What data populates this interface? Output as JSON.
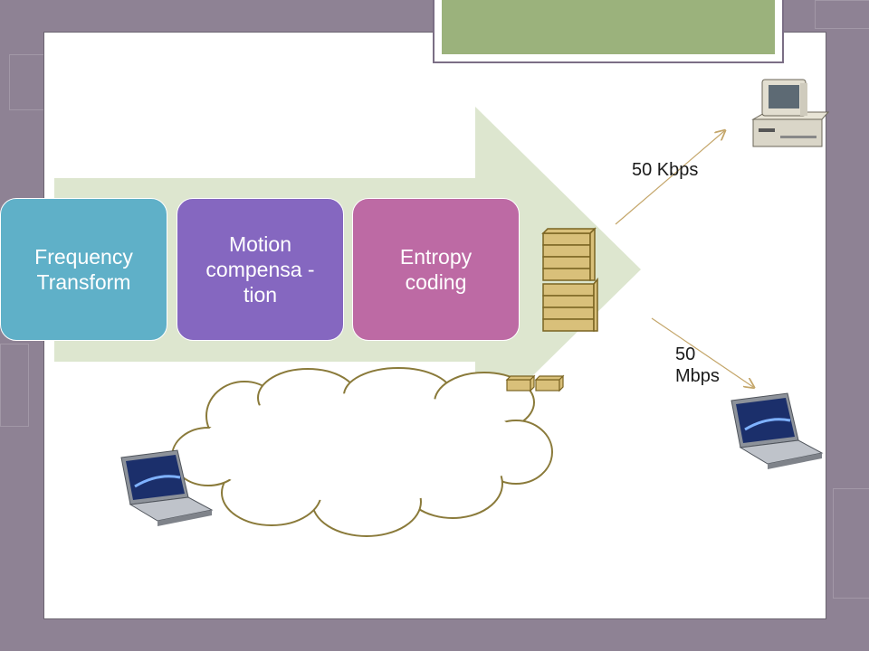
{
  "steps": [
    {
      "label": "Frequency Transform",
      "color": "#5fb0c8"
    },
    {
      "label": "Motion compensa -tion",
      "color": "#8567c0"
    },
    {
      "label": "Entropy coding",
      "color": "#bd6aa4"
    }
  ],
  "links": [
    {
      "label": "50 Kbps"
    },
    {
      "label": "50 Mbps"
    }
  ],
  "colors": {
    "arrow_fill": "#dde6cf",
    "title_bar": "#9bb27c",
    "data_block": "#d9c07a",
    "cloud_stroke": "#8a7a3a"
  }
}
